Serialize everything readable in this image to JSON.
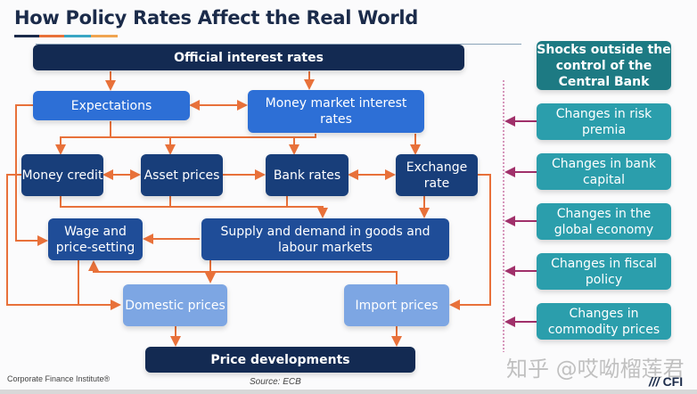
{
  "header": {
    "title": "How Policy Rates Affect the Real World",
    "accent_colors": [
      "#1b2b4a",
      "#e8713a",
      "#3aa6c4",
      "#f0a450"
    ]
  },
  "nodes": {
    "official": "Official interest rates",
    "expectations": "Expectations",
    "money_market": "Money market interest rates",
    "money_credit": "Money credit",
    "asset_prices": "Asset prices",
    "bank_rates": "Bank rates",
    "exchange_rate": "Exchange rate",
    "wage": "Wage and price-setting",
    "supply_demand": "Supply and demand in goods and labour markets",
    "domestic": "Domestic prices",
    "import": "Import prices",
    "price_dev": "Price developments"
  },
  "shocks": {
    "header": "Shocks outside the control of the Central Bank",
    "items": [
      "Changes in risk premia",
      "Changes in bank capital",
      "Changes in the global economy",
      "Changes in fiscal policy",
      "Changes in commodity prices"
    ]
  },
  "footer": {
    "publisher": "Corporate Finance Institute®",
    "source": "Source: ECB",
    "watermark": "知乎 @哎呦榴莲君",
    "logo": "CFI"
  },
  "colors": {
    "arrow": "#e8713a",
    "shock_arrow": "#a0306a"
  }
}
